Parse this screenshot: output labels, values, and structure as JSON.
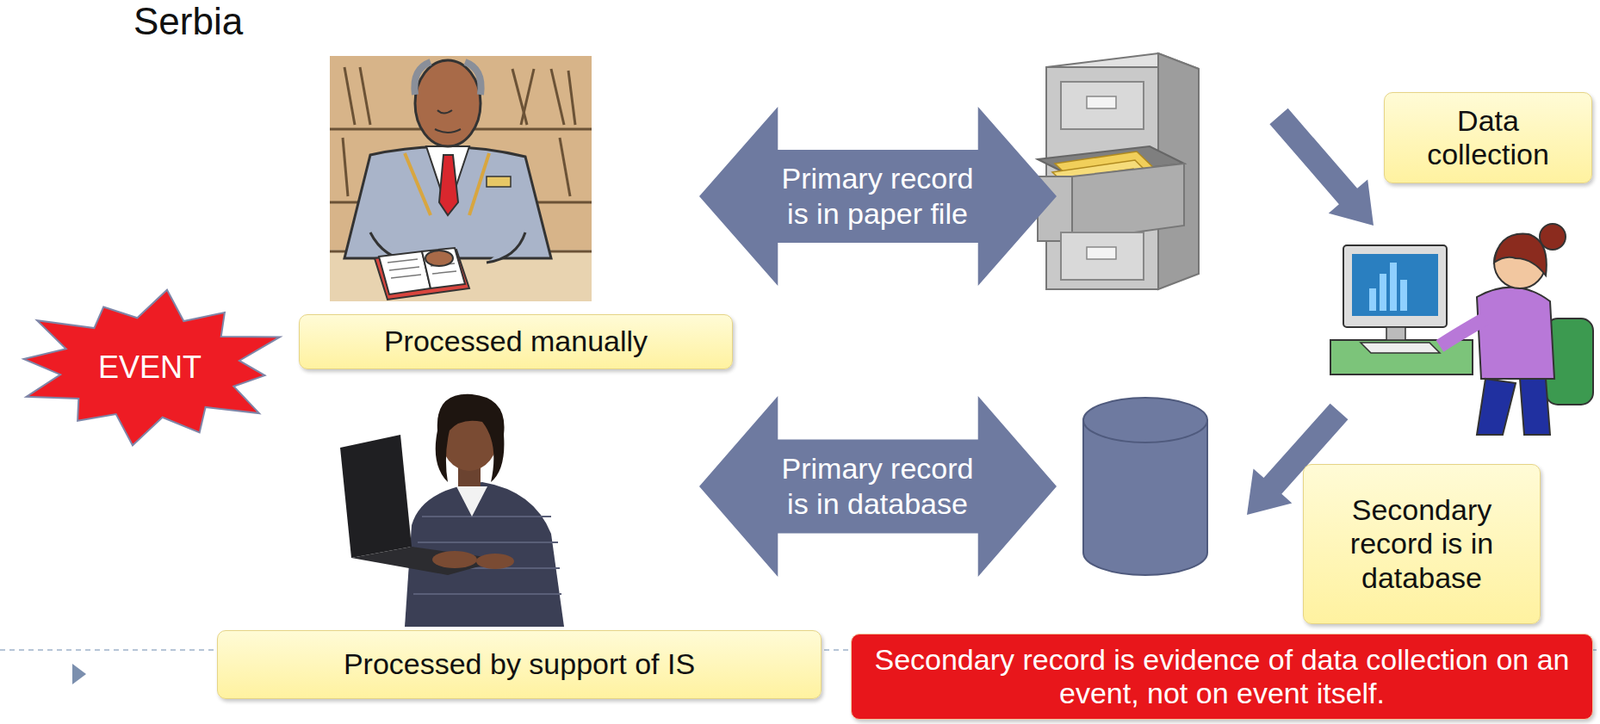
{
  "diagram": {
    "nodes": [
      {
        "text": [
          "Primary record is in paper file"
        ]
      },
      {
        "text": [
          "Data collection"
        ]
      },
      {
        "text": [
          "Processed manually"
        ]
      },
      {
        "text": [
          "EVENT"
        ]
      },
      {
        "text": [
          "Primary record is in database"
        ]
      },
      {
        "text": [
          "Secondary record is in database"
        ]
      },
      {
        "text": [
          "Processed by support of IS"
        ]
      },
      {
        "text": [
          "Secondary record is evidence of data collection on an event, not on event itself."
        ]
      }
    ],
    "labels": [
      "Serbia"
    ]
  }
}
